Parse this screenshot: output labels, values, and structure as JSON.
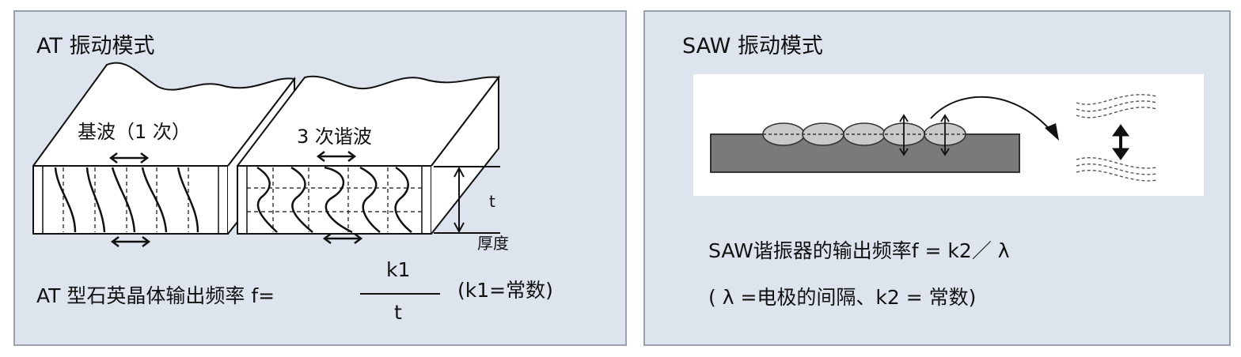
{
  "at_panel": {
    "title": "AT 振动模式",
    "fundamental_label": "基波（1 次）",
    "third_harmonic_label": "3 次谐波",
    "thickness_symbol": "t",
    "thickness_label": "厚度",
    "formula_prefix": "AT 型石英晶体输出频率 f=",
    "formula_numerator": "k1",
    "formula_denominator": "t",
    "formula_note": "(k1=常数)"
  },
  "saw_panel": {
    "title": "SAW 振动模式",
    "formula": "SAW谐振器的输出频率f = k2／ λ",
    "note": "( λ =电极的间隔、k2 =  常数)"
  }
}
